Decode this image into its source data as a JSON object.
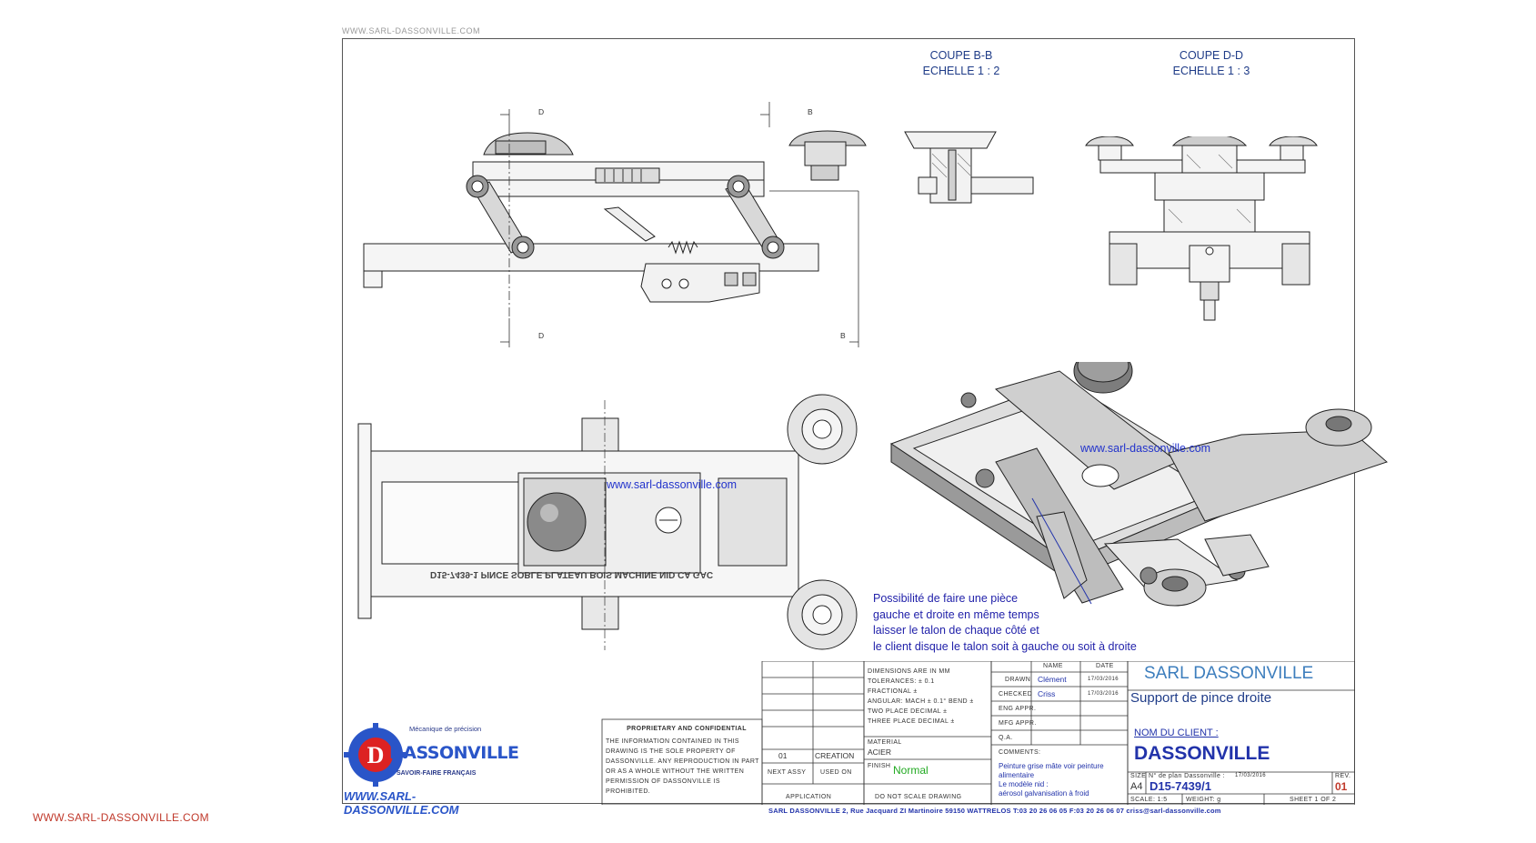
{
  "watermark_top": "WWW.SARL-DASSONVILLE.COM",
  "watermark_bottom": "WWW.SARL-DASSONVILLE.COM",
  "sections": {
    "bb_title": "COUPE B-B",
    "bb_scale": "ECHELLE 1 : 2",
    "dd_title": "COUPE D-D",
    "dd_scale": "ECHELLE 1 : 3"
  },
  "cut_labels": {
    "d1": "D",
    "d2": "D",
    "b1": "B",
    "b2": "B"
  },
  "links": {
    "plan_link": "www.sarl-dassonville.com",
    "iso_link": "www.sarl-dassonville.com"
  },
  "mirror_label": "D15-7439-1 PINCE SOBLE PLATEAU BOIS MACHINE NID CA GAC",
  "note_lines": [
    "Possibilité de faire une pièce",
    "gauche et droite en même temps",
    "laisser le talon de chaque côté et",
    "le client disque le talon soit à gauche ou soit à droite"
  ],
  "logo": {
    "tagline_top": "Mécanique de précision",
    "name": "DASSONVILLE",
    "tagline_bottom": "SAVOIR-FAIRE FRANÇAIS",
    "url": "WWW.SARL-DASSONVILLE.COM"
  },
  "proprietary": {
    "title": "PROPRIETARY AND CONFIDENTIAL",
    "body": "THE INFORMATION CONTAINED IN THIS DRAWING IS THE SOLE PROPERTY OF DASSONVILLE. ANY REPRODUCTION IN PART OR AS A WHOLE WITHOUT THE WRITTEN PERMISSION OF DASSONVILLE IS PROHIBITED."
  },
  "revision": {
    "rev": "01",
    "desc": "CREATION",
    "next_assy": "NEXT ASSY",
    "used_on": "USED ON",
    "application": "APPLICATION"
  },
  "tolerances": {
    "line1": "DIMENSIONS ARE IN MM",
    "line2": "TOLERANCES: ± 0.1",
    "line3": "FRACTIONAL ±",
    "line4": "ANGULAR: MACH ± 0.1° BEND ±",
    "line5": "TWO PLACE DECIMAL ±",
    "line6": "THREE PLACE DECIMAL ±"
  },
  "material": {
    "label": "MATERIAL",
    "value": "ACIER"
  },
  "finish": {
    "label": "FINISH",
    "value": "Normal"
  },
  "do_not_scale": "DO NOT SCALE DRAWING",
  "approvals": {
    "name_header": "NAME",
    "date_header": "DATE",
    "drawn_label": "DRAWN",
    "drawn_name": "Clément",
    "drawn_date": "17/03/2016",
    "checked_label": "CHECKED",
    "checked_name": "Criss",
    "checked_date": "17/03/2016",
    "eng_label": "ENG APPR.",
    "mfg_label": "MFG APPR.",
    "qa_label": "Q.A.",
    "comments_label": "COMMENTS:",
    "comments_text": "Peinture grise mâte voir peinture alimentaire\nLe modèle nid :\naérosol galvanisation à froid"
  },
  "title_block": {
    "company": "SARL DASSONVILLE",
    "part_name": "Support de pince droite",
    "client_label": "NOM DU CLIENT :",
    "client": "DASSONVILLE",
    "size_label": "SIZE",
    "size": "A4",
    "plan_label": "N° de plan Dassonville :",
    "plan_date": "17/03/2016",
    "dwg_no": "D15-7439/1",
    "rev_label": "REV.",
    "rev": "01",
    "scale": "SCALE: 1:5",
    "weight": "WEIGHT: g",
    "sheet": "SHEET 1 OF 2"
  },
  "footer": "SARL DASSONVILLE 2, Rue Jacquard ZI Martinoire 59150 WATTRELOS T:03 20 26 06 05 F:03 20 26 06 07 criss@sarl-dassonville.com"
}
